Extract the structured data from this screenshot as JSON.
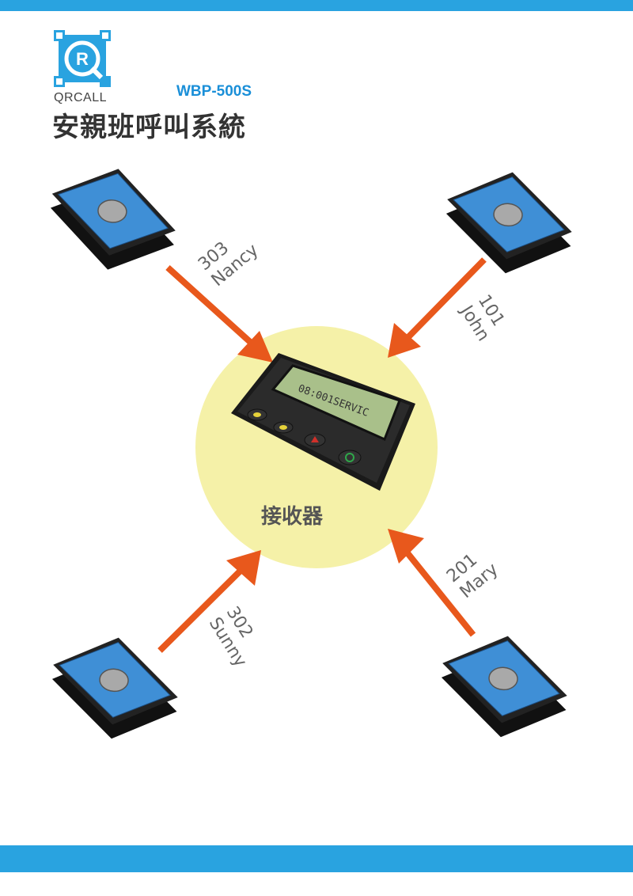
{
  "header": {
    "brand": "QRCALL",
    "model": "WBP-500S",
    "title": "安親班呼叫系統"
  },
  "receiver": {
    "label": "接收器"
  },
  "transmitters": [
    {
      "room": "303",
      "name": "Nancy"
    },
    {
      "room": "101",
      "name": "John"
    },
    {
      "room": "302",
      "name": "Sunny"
    },
    {
      "room": "201",
      "name": "Mary"
    }
  ],
  "colors": {
    "accent_blue": "#29a3e0",
    "arrow": "#e8581c",
    "halo": "#f5f1a8",
    "device_face": "#3f8fd6"
  }
}
